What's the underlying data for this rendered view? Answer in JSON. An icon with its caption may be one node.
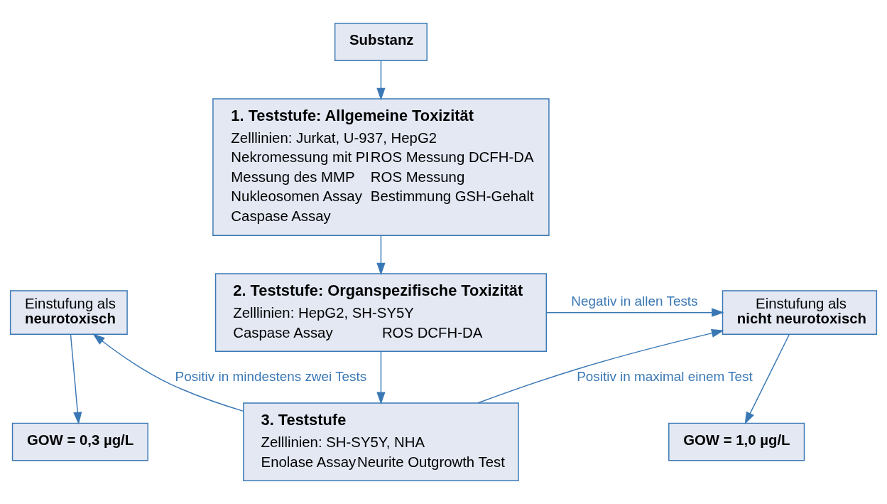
{
  "diagram": {
    "nodes": [
      {
        "text": [
          "Substanz"
        ]
      },
      {
        "text": [
          "1. Teststufe: Allgemeine Toxizität",
          "Zelllinien: Jurkat, U-937, HepG2",
          "Nekromessung mit PI",
          "ROS Messung DCFH-DA",
          "Messung des MMP",
          "ROS Messung",
          "Nukleosomen Assay",
          "Bestimmung GSH-Gehalt",
          "Caspase Assay"
        ]
      },
      {
        "text": [
          "2. Teststufe: Organspezifische Toxizität",
          "Zelllinien: HepG2, SH-SY5Y",
          "Caspase Assay",
          "ROS DCFH-DA"
        ]
      },
      {
        "text": [
          "3. Teststufe",
          "Zelllinien: SH-SY5Y, NHA",
          "Enolase Assay",
          "Neurite Outgrowth Test"
        ]
      },
      {
        "text": [
          "Einstufung als **neurotoxisch**"
        ]
      },
      {
        "text": [
          "GOW = 0,3 µg/L"
        ]
      },
      {
        "text": [
          "Einstufung als **nicht neurotoxisch**"
        ]
      },
      {
        "text": [
          "GOW = 1,0 µg/L"
        ]
      }
    ],
    "edges": [
      {
        "from": 0,
        "to": 1,
        "arrow": "to"
      },
      {
        "from": 1,
        "to": 2,
        "arrow": "to"
      },
      {
        "from": 2,
        "to": 3,
        "arrow": "to"
      },
      {
        "from": 2,
        "to": 6,
        "arrow": "to",
        "label": "Negativ in allen Tests"
      },
      {
        "from": 3,
        "to": 4,
        "arrow": "to",
        "label": "Positiv in mindestens zwei Tests"
      },
      {
        "from": 3,
        "to": 6,
        "arrow": "to",
        "label": "Positiv in maximal einem Test"
      },
      {
        "from": 4,
        "to": 5,
        "arrow": "to"
      },
      {
        "from": 6,
        "to": 7,
        "arrow": "to"
      }
    ]
  }
}
